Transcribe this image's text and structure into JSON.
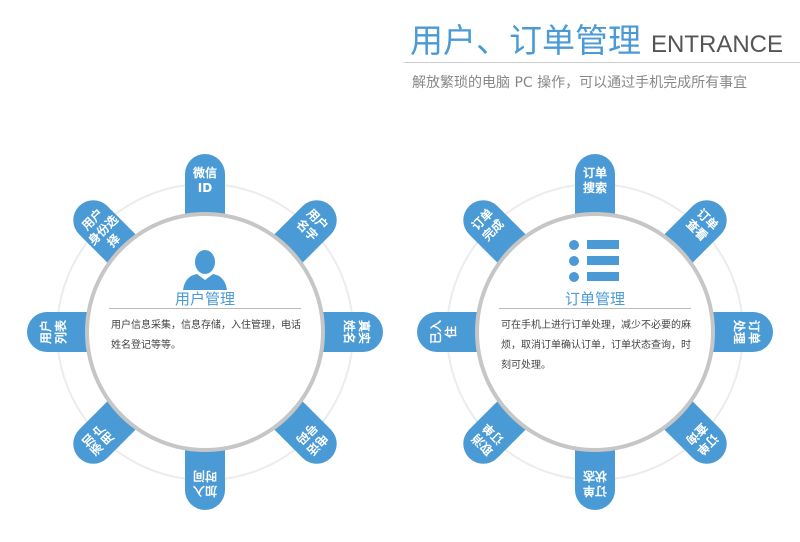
{
  "header": {
    "title": "用户、订单管理",
    "title_en": "ENTRANCE",
    "subtitle": "解放繁琐的电脑 PC 操作，可以通过手机完成所有事宜"
  },
  "accent": "#4a9ad6",
  "user": {
    "title": "用户管理",
    "icon": "user-icon",
    "desc": "用户信息采集，信息存储，入住管理，电话姓名登记等等。",
    "tabs": [
      "微信\nID",
      "用户\n名字",
      "真实\n姓名",
      "电话\n号码",
      "加入\n时间",
      "添加\n用户",
      "用户\n列表",
      "用户\n身份选择"
    ]
  },
  "order": {
    "title": "订单管理",
    "icon": "list-icon",
    "desc": "可在手机上进行订单处理，减少不必要的麻烦，取消订单确认订单，订单状态查询，时刻可处理。",
    "tabs": [
      "订单\n搜索",
      "订单\n查看",
      "订单\n处理",
      "订单\n查询",
      "订单\n状态",
      "取消\n订单",
      "已入\n住",
      "订单\n完成"
    ]
  }
}
